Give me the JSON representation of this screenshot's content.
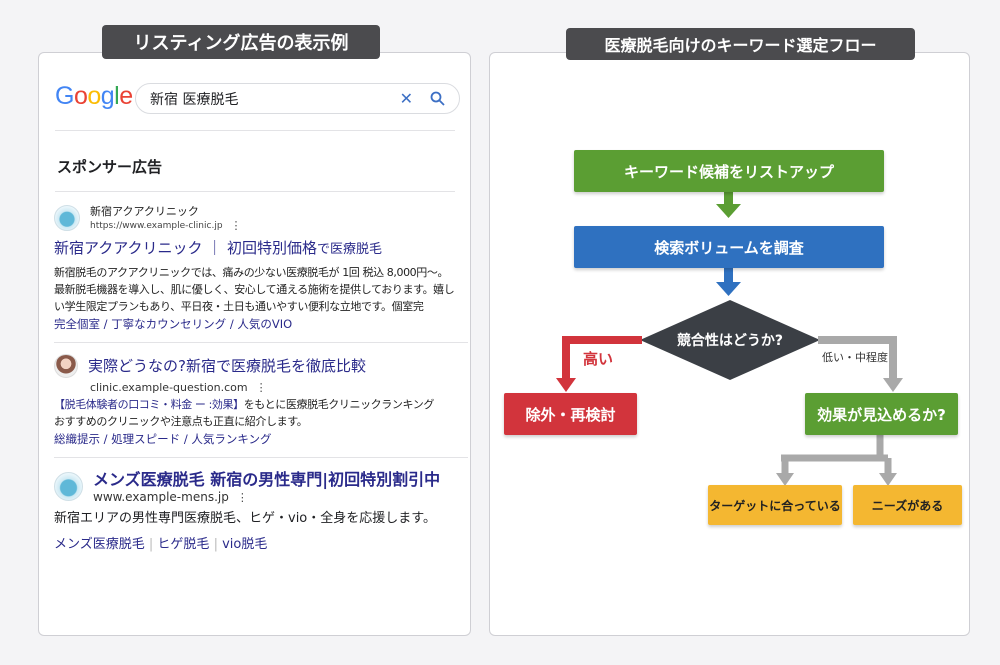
{
  "left": {
    "title": "リスティング広告の表示例",
    "logo": "Google",
    "search": {
      "value": "新宿 医療脱毛",
      "clear_icon": "close-icon",
      "search_icon": "search-icon"
    },
    "sponsored": "スポンサー広告",
    "ads": [
      {
        "site": "新宿アクアクリニック",
        "url": "https://www.example-clinic.jp",
        "title_main": "新宿アクアクリニック ｜ 初回特別価格",
        "title_sub": "で医療脱毛",
        "desc": [
          "新宿脱毛のアクアクリニックでは、痛みの少ない医療脱毛が 1回 税込 8,000円〜。",
          "最新脱毛機器を導入し、肌に優しく、安心して通える施術を提供しております。嬉し",
          "い学生限定プランもあり、平日夜・土日も通いやすい便利な立地です。個室完"
        ],
        "links": [
          "完全個室",
          "丁寧なカウンセリング",
          "人気のVIO"
        ]
      },
      {
        "title": "実際どうなの?新宿で医療脱毛を徹底比較",
        "url": "clinic.example-question.com",
        "desc_highlight": "【脱毛体験者の口コミ・料金 ー :効果】",
        "desc": [
          "をもとに医療脱毛クリニックランキング",
          "おすすめのクリニックや注意点も正直に紹介します。"
        ],
        "links": [
          "総織提示",
          "処理スピード",
          "人気ランキング"
        ]
      },
      {
        "title": "メンズ医療脱毛 新宿の男性専門|初回特別割引中",
        "url": "www.example-mens.jp",
        "desc": "新宿エリアの男性専門医療脱毛、ヒゲ・vio・全身を応援します。",
        "links": [
          "メンズ医療脱毛",
          "ヒゲ脱毛",
          "vio脱毛"
        ]
      }
    ]
  },
  "right": {
    "title": "医療脱毛向けのキーワード選定フロー",
    "steps": {
      "list": "キーワード候補をリストアップ",
      "research": "検索ボリュームを調査",
      "decision": "競合性はどうか?",
      "high_label": "高い",
      "low_label": "低い・中程度",
      "exclude": "除外・再検討",
      "effect": "効果が見込めるか?",
      "target": "ターゲットに合っている",
      "needs": "ニーズがある"
    },
    "colors": {
      "green": "#5b9e33",
      "blue": "#2f71c0",
      "dark": "#3b3f45",
      "red": "#d2343c",
      "gray": "#a9a9a9",
      "yellow": "#f4b731"
    }
  }
}
